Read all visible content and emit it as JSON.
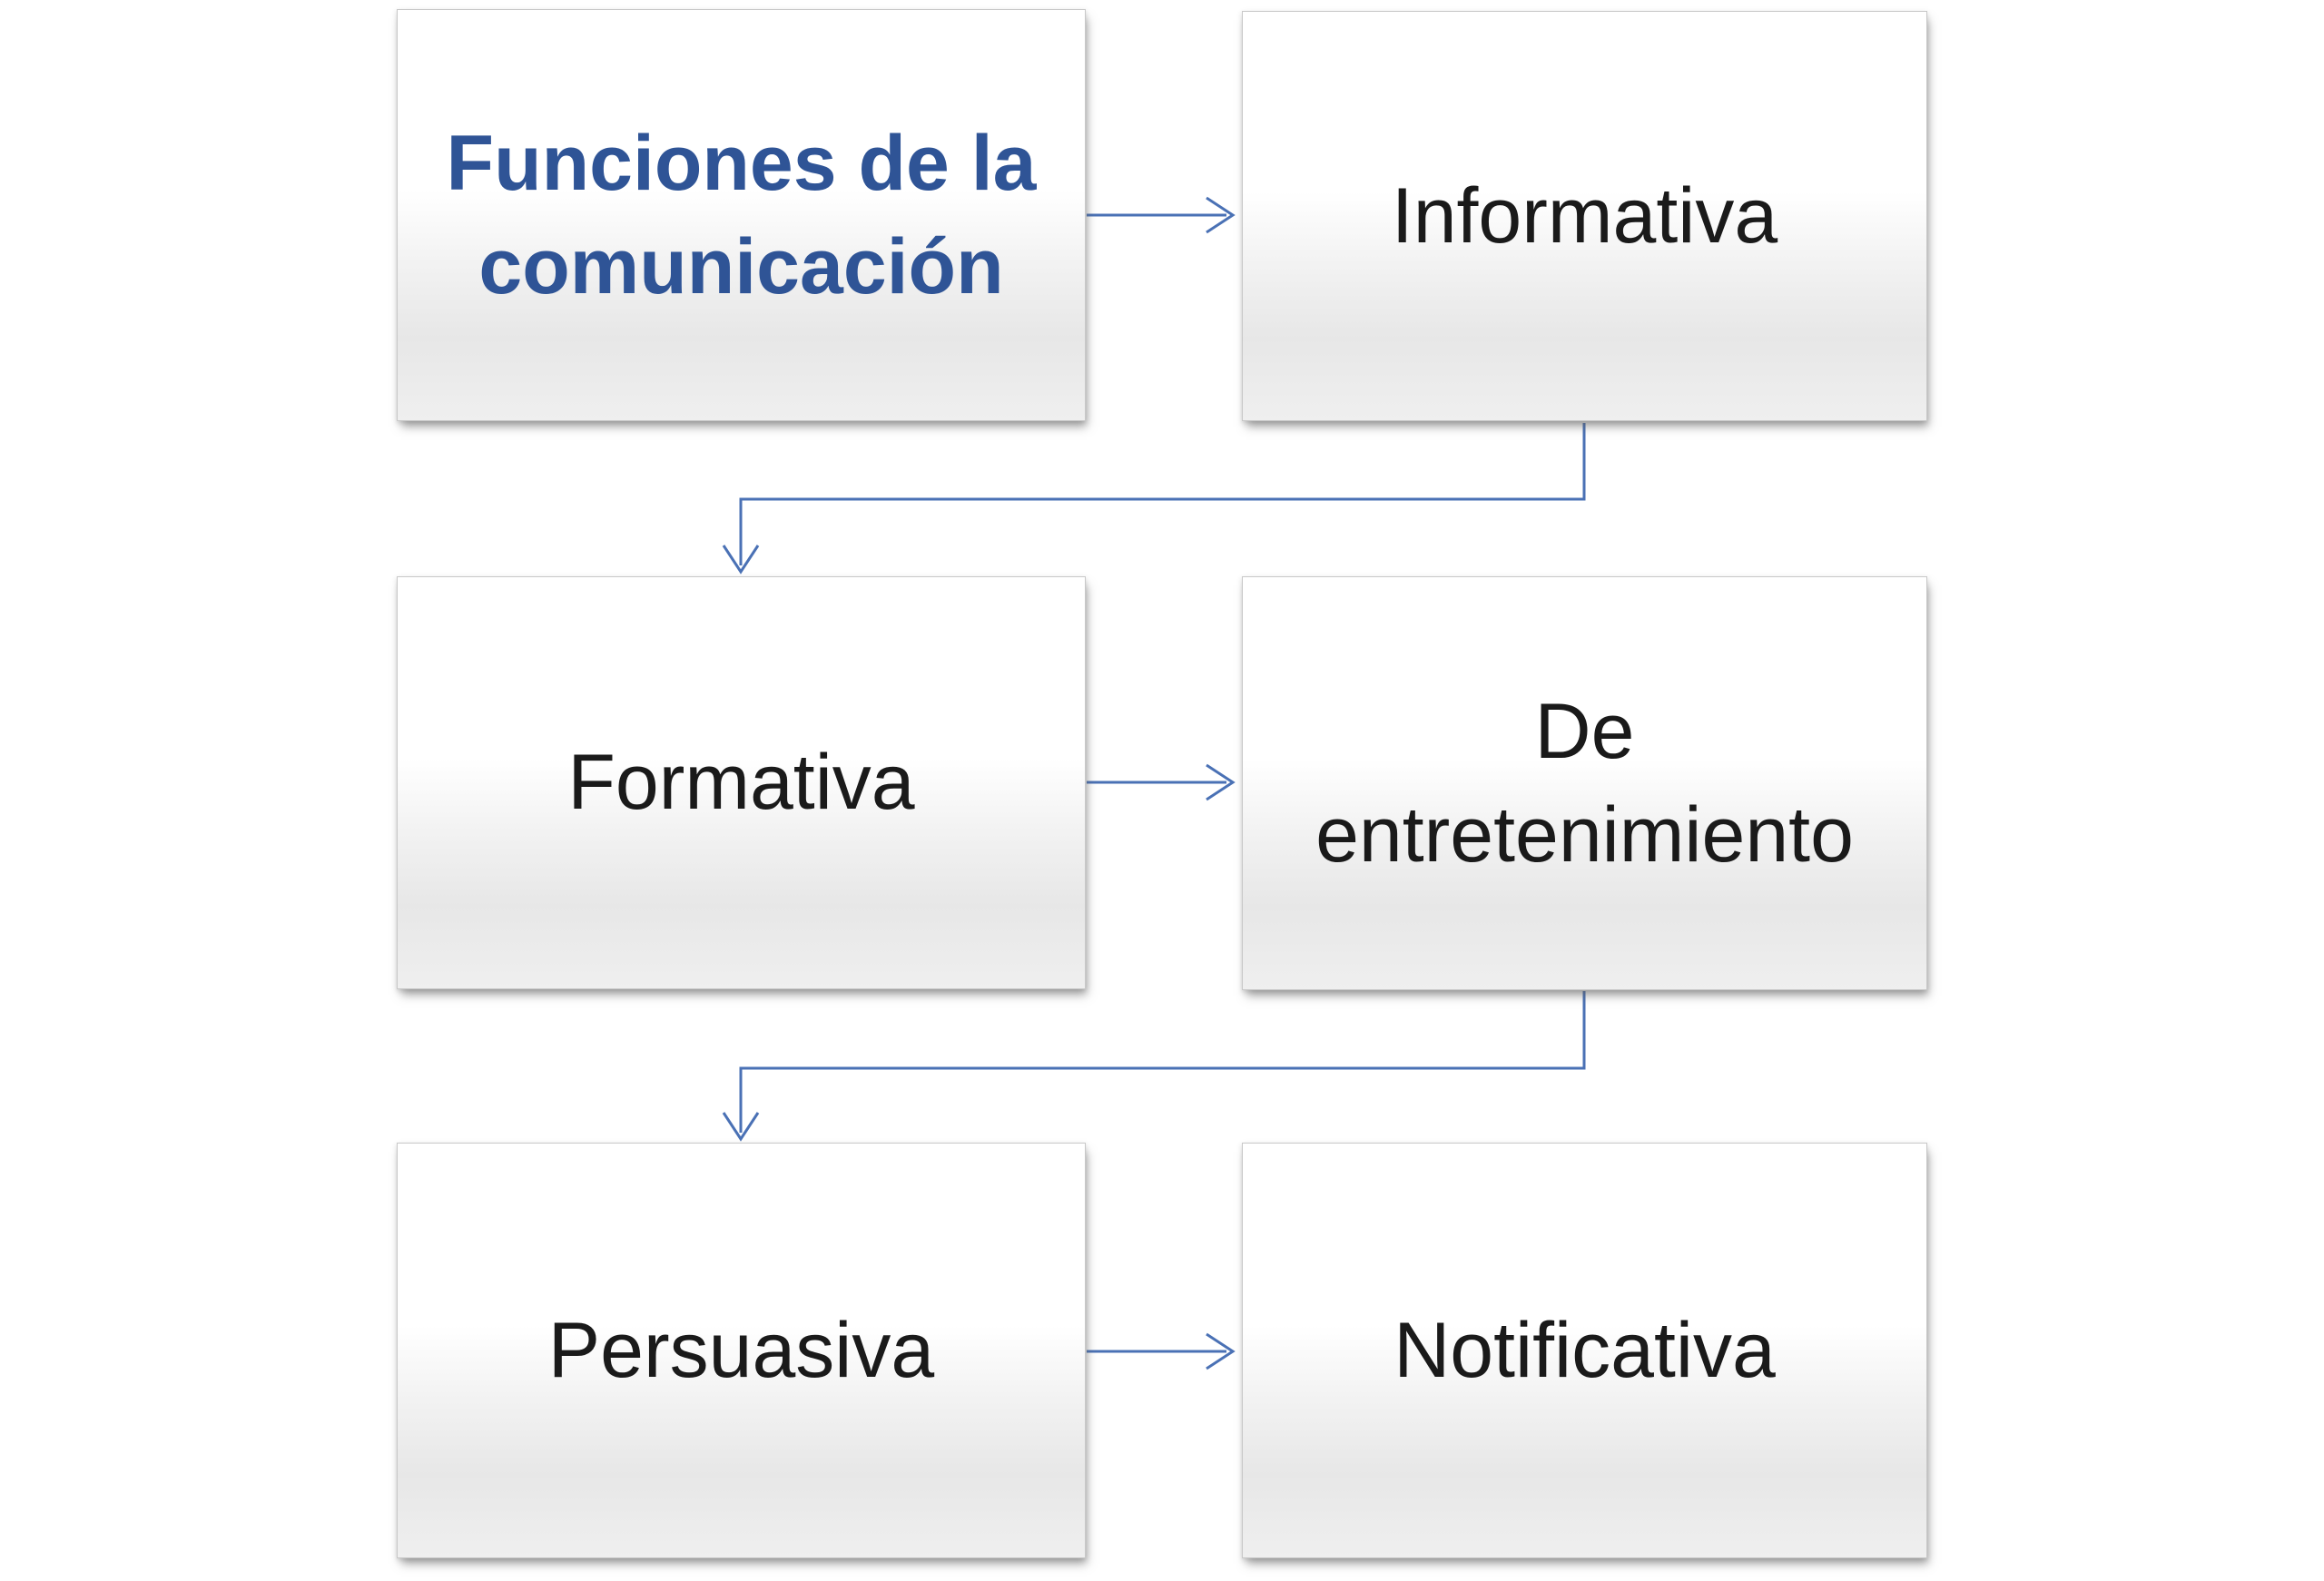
{
  "diagram": {
    "nodes": [
      {
        "id": "funciones",
        "label": "Funciones de la comunicación",
        "role": "title"
      },
      {
        "id": "informativa",
        "label": "Informativa",
        "role": "item"
      },
      {
        "id": "formativa",
        "label": "Formativa",
        "role": "item"
      },
      {
        "id": "entretenimiento",
        "label": "De entretenimiento",
        "role": "item"
      },
      {
        "id": "persuasiva",
        "label": "Persuasiva",
        "role": "item"
      },
      {
        "id": "notificativa",
        "label": "Notificativa",
        "role": "item"
      }
    ],
    "connections": [
      {
        "from": "Funciones de la comunicación",
        "to": "Informativa",
        "type": "straight-arrow-right"
      },
      {
        "from": "Informativa",
        "to": "Formativa",
        "type": "elbow-arrow-down"
      },
      {
        "from": "Formativa",
        "to": "De entretenimiento",
        "type": "straight-arrow-right"
      },
      {
        "from": "De entretenimiento",
        "to": "Persuasiva",
        "type": "elbow-arrow-down"
      },
      {
        "from": "Persuasiva",
        "to": "Notificativa",
        "type": "straight-arrow-right"
      }
    ],
    "colors": {
      "title_text": "#2F5496",
      "body_text": "#1A1A1A",
      "connector": "#4A71B5",
      "box_border": "#C8C8C8",
      "box_gradient_top": "#FFFFFF",
      "box_gradient_mid": "#E7E7E7",
      "box_gradient_bottom": "#EFEFEF",
      "background": "#FFFFFF"
    }
  }
}
